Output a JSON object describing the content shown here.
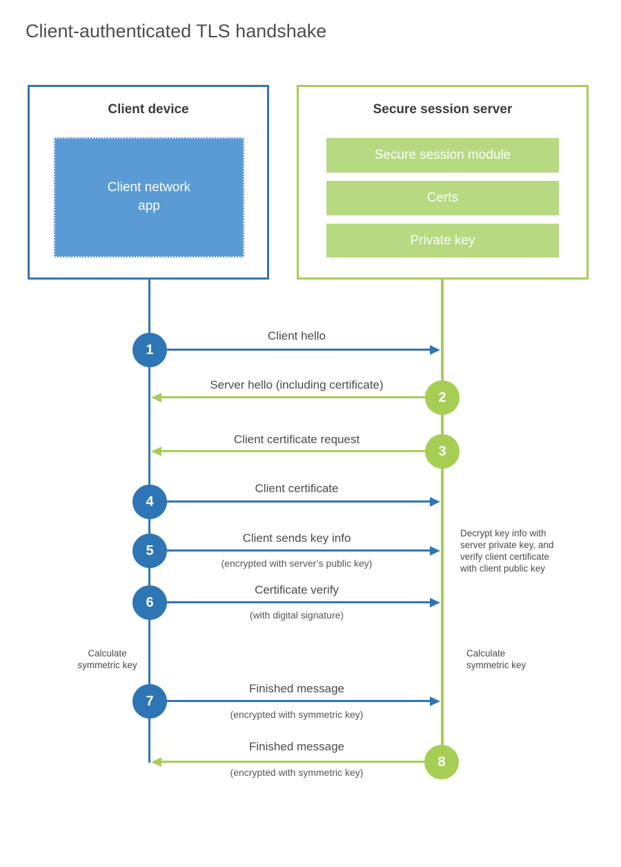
{
  "title": "Client-authenticated TLS handshake",
  "client": {
    "title": "Client device",
    "app_line1": "Client network",
    "app_line2": "app"
  },
  "server": {
    "title": "Secure session server",
    "modules": [
      "Secure session module",
      "Certs",
      "Private key"
    ]
  },
  "steps": [
    {
      "num": "1",
      "label": "Client hello",
      "direction": "right",
      "actor": "client"
    },
    {
      "num": "2",
      "label": "Server hello (including certificate)",
      "direction": "left",
      "actor": "server"
    },
    {
      "num": "3",
      "label": "Client certificate request",
      "direction": "left",
      "actor": "server"
    },
    {
      "num": "4",
      "label": "Client certificate",
      "direction": "right",
      "actor": "client"
    },
    {
      "num": "5",
      "label": "Client sends key info",
      "sublabel": "(encrypted with server’s public key)",
      "direction": "right",
      "actor": "client"
    },
    {
      "num": "6",
      "label": "Certificate verify",
      "sublabel": "(with digital signature)",
      "direction": "right",
      "actor": "client"
    },
    {
      "num": "7",
      "label": "Finished message",
      "sublabel": "(encrypted with symmetric key)",
      "direction": "right",
      "actor": "client"
    },
    {
      "num": "8",
      "label": "Finished message",
      "sublabel": "(encrypted with symmetric key)",
      "direction": "left",
      "actor": "server"
    }
  ],
  "notes": {
    "server_note_lines": [
      "Decrypt key info with",
      "server private key, and",
      "verify client certificate",
      "with client public key"
    ],
    "calc_lines": [
      "Calculate",
      "symmetric key"
    ]
  },
  "colors": {
    "blue": "#2e75b6",
    "blue_fill": "#5b9bd5",
    "green": "#a6ce55",
    "green_fill": "#b6d981"
  }
}
